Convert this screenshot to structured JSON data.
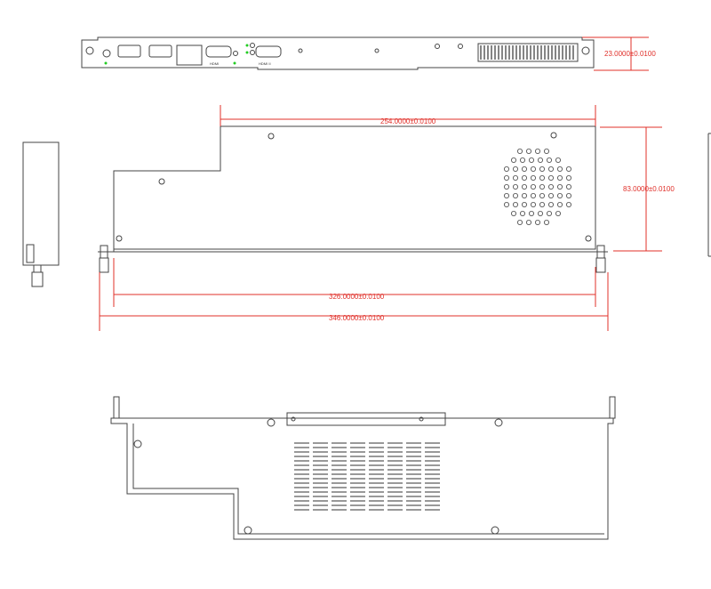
{
  "dimensions": {
    "height_front": "23.0000±0.0100",
    "top_width": "254.0000±0.0100",
    "side_height": "83.0000±0.0100",
    "inner_length": "326.0000±0.0100",
    "overall_length": "346.0000±0.0100"
  },
  "ports": {
    "hdmi": "HDMI",
    "hdmi2": "HDMI II"
  },
  "colors": {
    "dimension": "#e0302a",
    "line": "#444444",
    "led": "#22cc22"
  }
}
